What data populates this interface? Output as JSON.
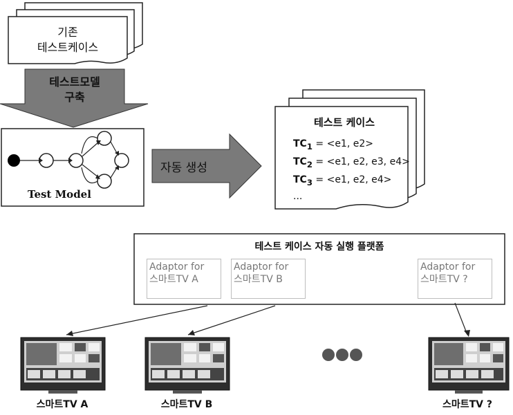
{
  "legacy_cases": {
    "line1": "기존",
    "line2": "테스트케이스"
  },
  "build_arrow": {
    "line1": "테스트모델",
    "line2": "구축"
  },
  "model": {
    "title": "Test Model"
  },
  "auto_arrow": {
    "label": "자동 생성"
  },
  "tc_doc": {
    "title": "테스트 케이스",
    "lines": [
      {
        "id": "TC",
        "sub": "1",
        "events": "= <e1, e2>"
      },
      {
        "id": "TC",
        "sub": "2",
        "events": "= <e1, e2, e3, e4>"
      },
      {
        "id": "TC",
        "sub": "3",
        "events": "= <e1, e2, e4>"
      }
    ],
    "ellipsis": "..."
  },
  "platform": {
    "title": "테스트 케이스 자동 실행 플랫폼",
    "adaptors": [
      {
        "line1": "Adaptor for",
        "line2": "스마트TV A"
      },
      {
        "line1": "Adaptor for",
        "line2": "스마트TV B"
      },
      {
        "line1": "Adaptor for",
        "line2": "스마트TV ?"
      }
    ]
  },
  "tvs": [
    {
      "label": "스마트TV A"
    },
    {
      "label": "스마트TV B"
    },
    {
      "label": "스마트TV ?"
    }
  ],
  "colors": {
    "arrow_fill": "#7a7a7a",
    "node_fill": "#000000",
    "adaptor_text": "#777777"
  }
}
